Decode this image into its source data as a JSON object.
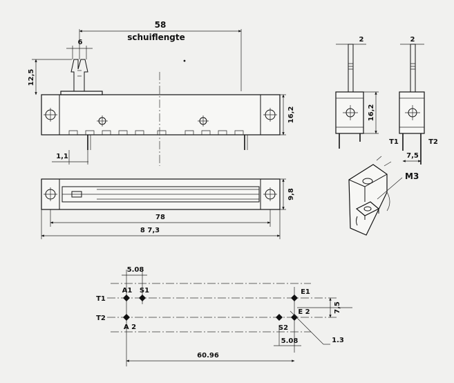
{
  "colors": {
    "background": "#f1f1ef",
    "ink": "#111111"
  },
  "front_view": {
    "dim_travel": "58",
    "travel_label": "schuiflengte",
    "dim_knob_width": "6",
    "dim_knob_height": "12,5",
    "dim_body_height": "16,2",
    "dim_pin_offset": "1,1"
  },
  "side_views": {
    "left": {
      "dim_shaft": "2",
      "dim_height": "16,2"
    },
    "right": {
      "dim_shaft": "2",
      "dim_pin_spacing": "7,5",
      "terminal_t1": "T1",
      "terminal_t2": "T2"
    }
  },
  "top_view": {
    "dim_length_inner": "78",
    "dim_length_total": "8 7,3",
    "dim_width": "9,8"
  },
  "detail": {
    "screw_label": "M3"
  },
  "pin_layout": {
    "dim_top_pitch": "5.08",
    "pin_a1": "A1",
    "pin_s1": "S1",
    "pin_e1": "E1",
    "pin_e2": "E 2",
    "pin_a2": "A 2",
    "pin_s2": "S2",
    "row_t1": "T1",
    "row_t2": "T2",
    "dim_row_spacing": "7,5",
    "dim_bottom_pitch": "5.08",
    "dim_hole": "1.3",
    "dim_total_span": "60.96"
  }
}
